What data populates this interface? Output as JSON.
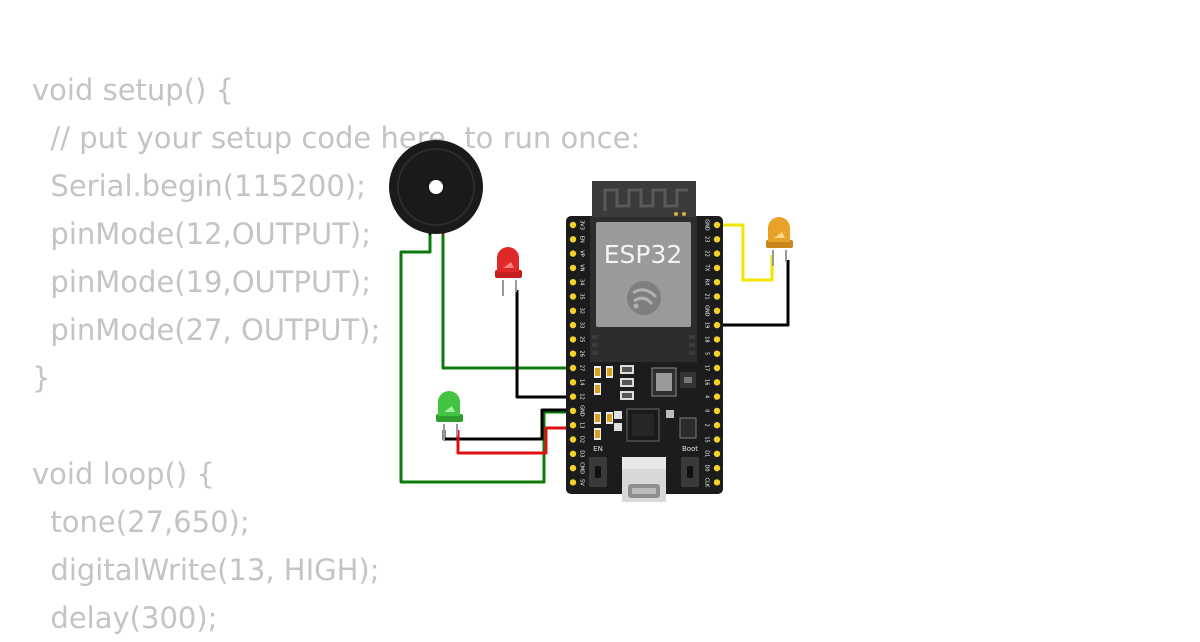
{
  "code": {
    "lines": [
      "void setup() {",
      "  // put your setup code here, to run once:",
      "  Serial.begin(115200);",
      "  pinMode(12,OUTPUT);",
      "  pinMode(19,OUTPUT);",
      "  pinMode(27, OUTPUT);",
      "}",
      "",
      "void loop() {",
      "  tone(27,650);",
      "  digitalWrite(13, HIGH);",
      "  delay(300);"
    ]
  },
  "board": {
    "label": "ESP32",
    "left_pins": [
      "3V3",
      "EN",
      "VP",
      "VN",
      "34",
      "35",
      "32",
      "33",
      "25",
      "26",
      "27",
      "14",
      "12",
      "GND",
      "13",
      "D2",
      "D3",
      "CMD",
      "5V"
    ],
    "right_pins": [
      "GND",
      "23",
      "22",
      "TX",
      "RX",
      "21",
      "GND",
      "19",
      "18",
      "5",
      "17",
      "16",
      "4",
      "0",
      "2",
      "15",
      "D1",
      "D0",
      "CLK"
    ],
    "en_label": "EN",
    "boot_label": "Boot"
  },
  "components": {
    "led_red_color": "#e02828",
    "led_green_color": "#42c442",
    "led_orange_color": "#e8a22a",
    "buzzer_color": "#1a1a1a"
  },
  "wire_colors": {
    "green": "#0a7a0a",
    "black": "#000000",
    "red": "#e01010",
    "yellow": "#f2e600"
  }
}
